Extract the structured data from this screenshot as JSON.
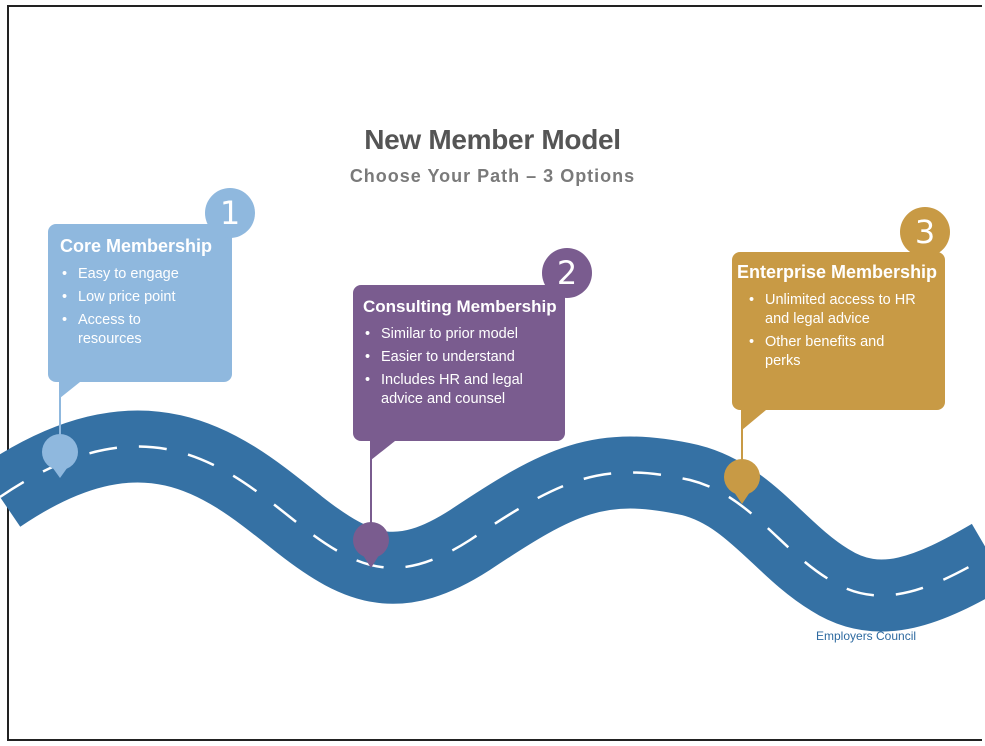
{
  "title": "New Member Model",
  "subtitle": "Choose Your Path – 3 Options",
  "colors": {
    "road": "#3571a4",
    "option1": "#8fb8de",
    "option2": "#7a5c8f",
    "option3": "#c89a45",
    "title": "#555555"
  },
  "options": [
    {
      "number": "1",
      "name": "Core Membership",
      "bullets": [
        "Easy to engage",
        "Low price point",
        "Access to resources"
      ]
    },
    {
      "number": "2",
      "name": "Consulting Membership",
      "bullets": [
        "Similar to prior model",
        "Easier to understand",
        "Includes HR and legal advice and counsel"
      ]
    },
    {
      "number": "3",
      "name": "Enterprise Membership",
      "bullets": [
        "Unlimited access to HR and legal advice",
        "Other benefits and perks"
      ]
    }
  ],
  "footer": "Employers Council"
}
